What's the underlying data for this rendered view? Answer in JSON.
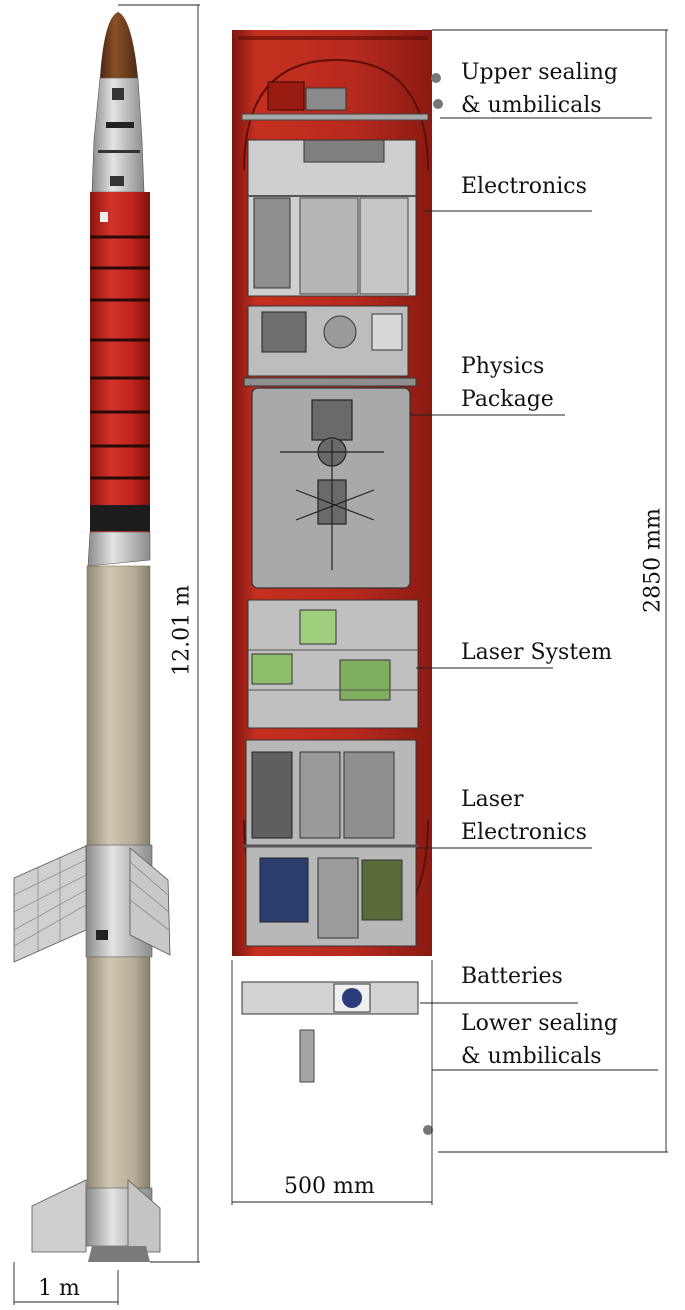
{
  "figure": {
    "rocket": {
      "height_label": "12.01 m",
      "width_label": "1 m"
    },
    "payload": {
      "height_label": "2850 mm",
      "width_label": "500 mm",
      "sections": [
        {
          "id": "upper-sealing",
          "lines": [
            "Upper sealing",
            "& umbilicals"
          ]
        },
        {
          "id": "electronics",
          "lines": [
            "Electronics"
          ]
        },
        {
          "id": "physics-package",
          "lines": [
            "Physics",
            "Package"
          ]
        },
        {
          "id": "laser-system",
          "lines": [
            "Laser System"
          ]
        },
        {
          "id": "laser-electronics",
          "lines": [
            "Laser",
            "Electronics"
          ]
        },
        {
          "id": "batteries",
          "lines": [
            "Batteries"
          ]
        },
        {
          "id": "lower-sealing",
          "lines": [
            "Lower sealing",
            "& umbilicals"
          ]
        }
      ]
    },
    "colors": {
      "rocket_red": "#c0241c",
      "motor_tan": "#b9b19b",
      "fin_gray": "#c9c9c9",
      "nose_brown": "#6b3a1c",
      "payload_red": "#b82a1e",
      "module_gray": "#bdbdbd"
    }
  }
}
